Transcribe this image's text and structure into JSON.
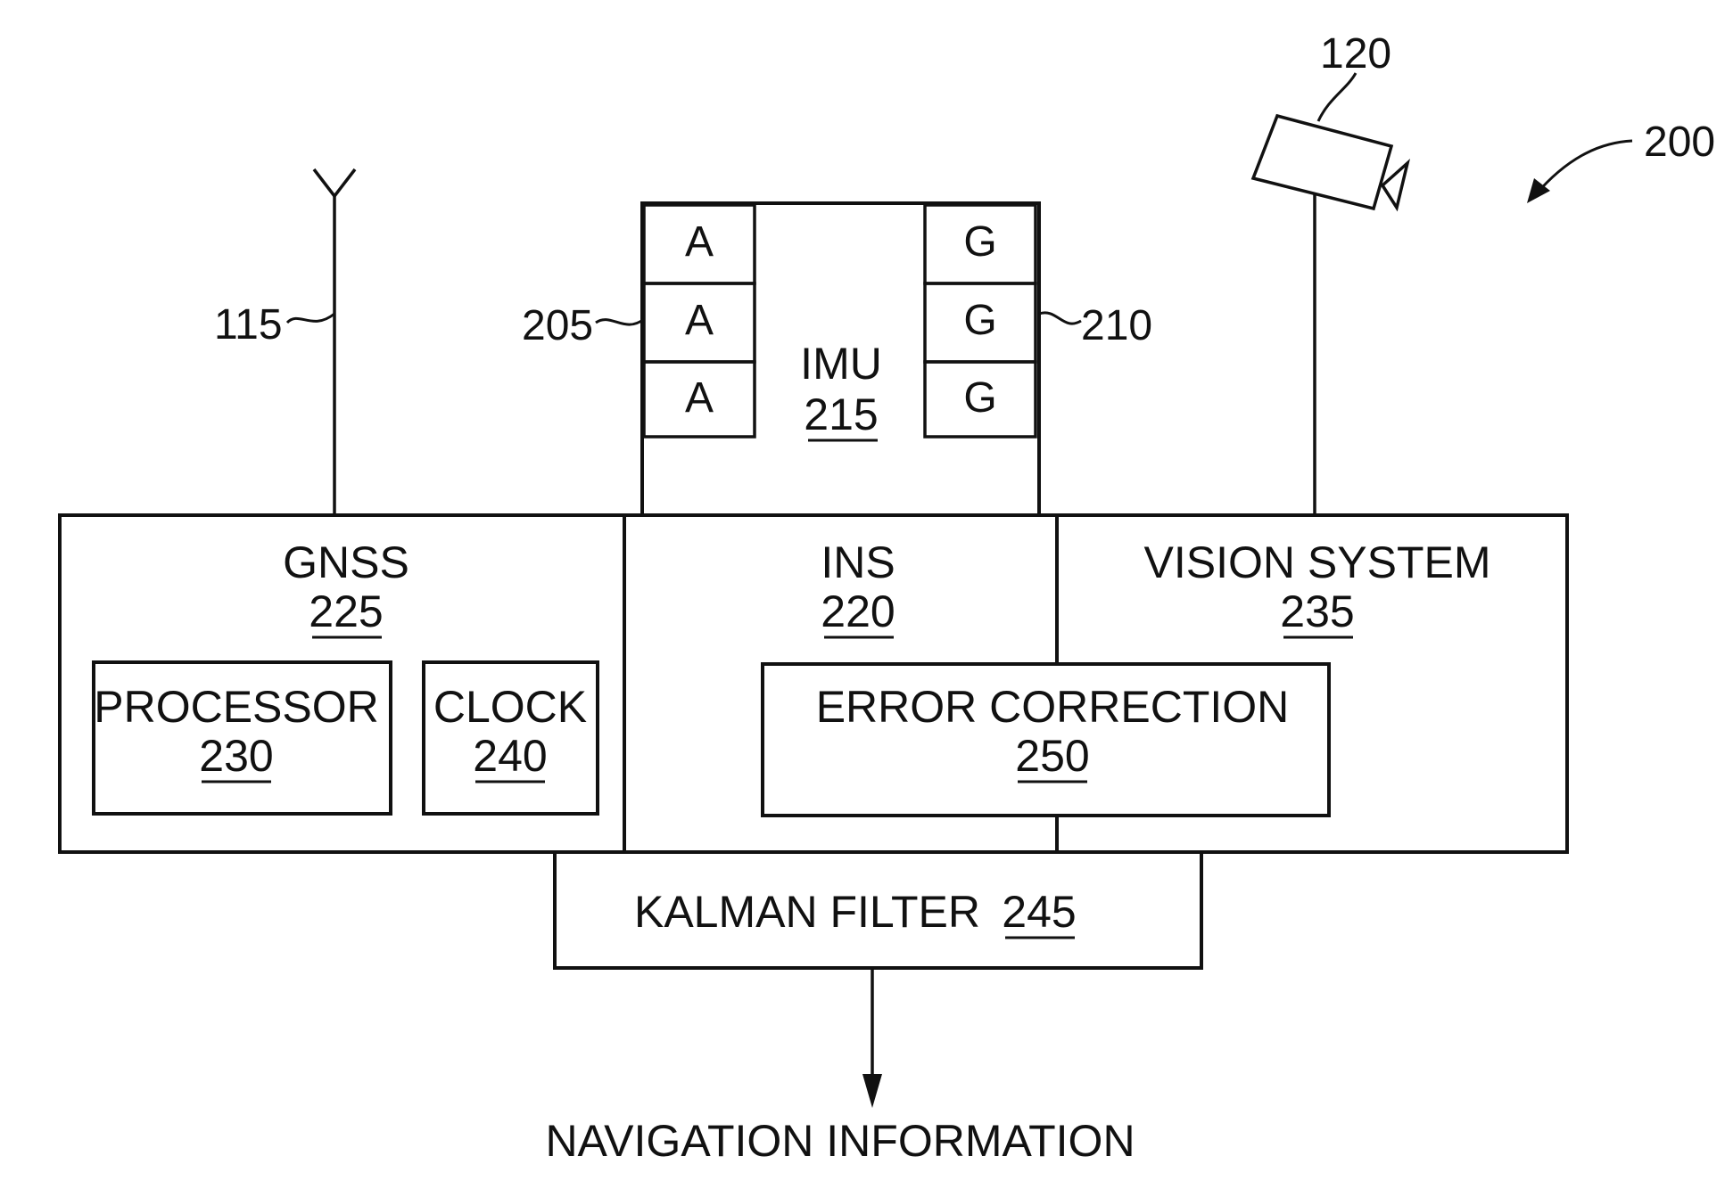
{
  "figure_ref": "200",
  "antenna": {
    "ref": "115"
  },
  "camera": {
    "ref": "120"
  },
  "imu": {
    "title": "IMU",
    "ref": "215",
    "accelerometers": {
      "ref": "205",
      "cells": [
        "A",
        "A",
        "A"
      ]
    },
    "gyroscopes": {
      "ref": "210",
      "cells": [
        "G",
        "G",
        "G"
      ]
    }
  },
  "gnss": {
    "title": "GNSS",
    "ref": "225"
  },
  "processor": {
    "title": "PROCESSOR",
    "ref": "230"
  },
  "clock": {
    "title": "CLOCK",
    "ref": "240"
  },
  "ins": {
    "title": "INS",
    "ref": "220"
  },
  "vision": {
    "title": "VISION SYSTEM",
    "ref": "235"
  },
  "error_correction": {
    "title": "ERROR CORRECTION",
    "ref": "250"
  },
  "kalman": {
    "title": "KALMAN FILTER",
    "ref": "245"
  },
  "output": {
    "label": "NAVIGATION INFORMATION"
  }
}
